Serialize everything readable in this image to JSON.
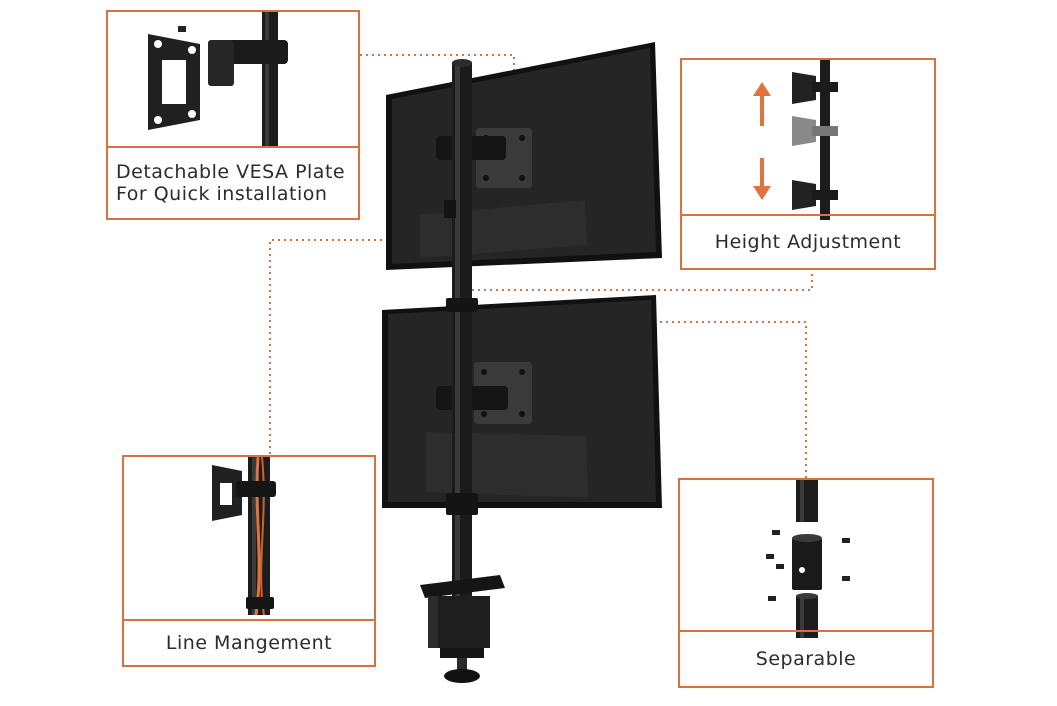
{
  "callouts": {
    "vesa": {
      "line1": "Detachable VESA Plate",
      "line2": "For Quick installation"
    },
    "height": {
      "label": "Height Adjustment"
    },
    "line": {
      "label": "Line Mangement"
    },
    "separable": {
      "label": "Separable"
    }
  },
  "colors": {
    "accent": "#d9713f",
    "metal": "#1f1f1f",
    "monitor": "#202020",
    "caption_text": "#2c2c2c"
  }
}
